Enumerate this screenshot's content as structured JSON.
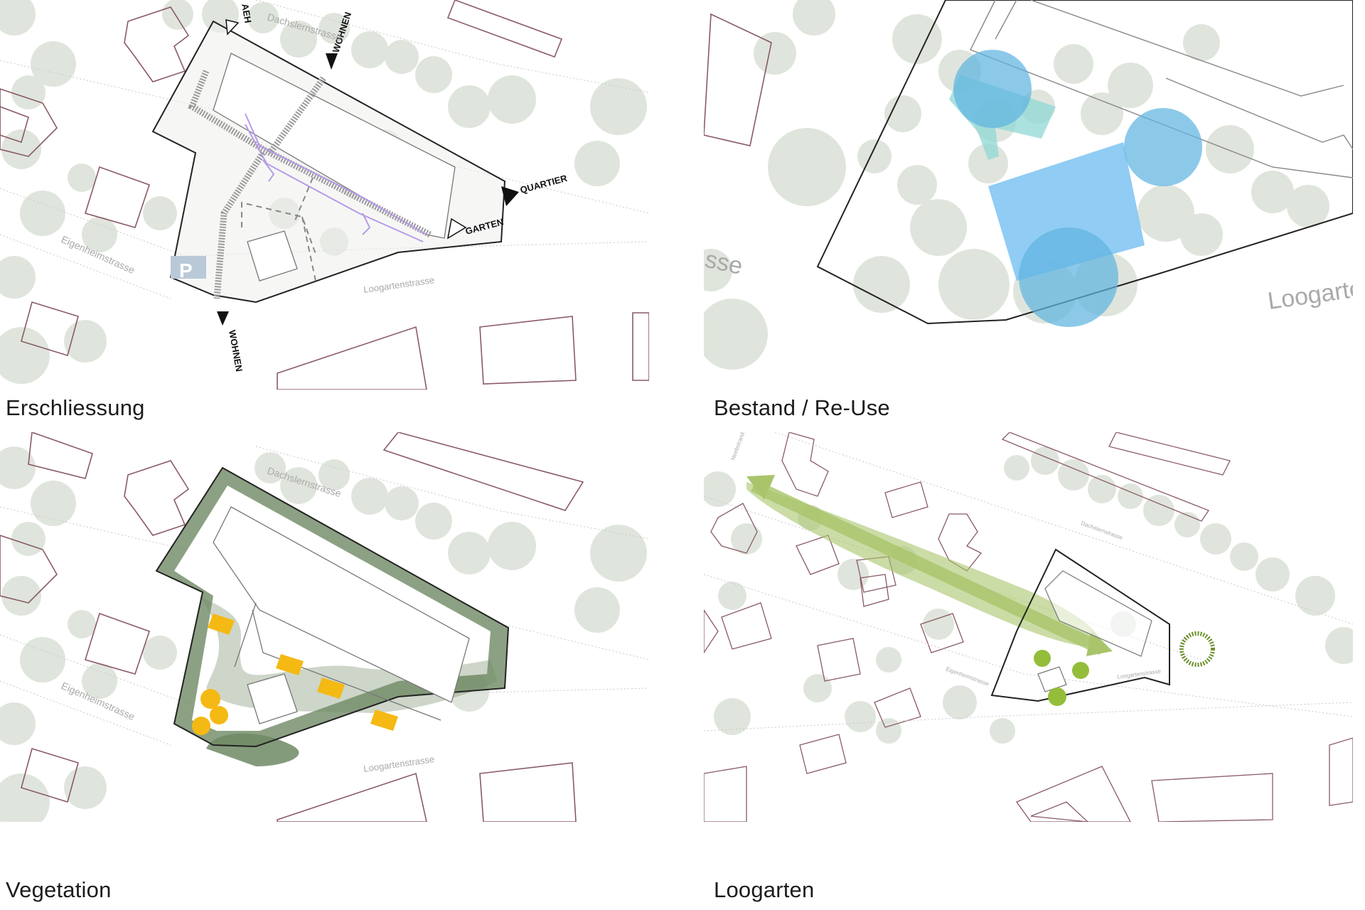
{
  "panels": [
    {
      "caption": "Erschliessung"
    },
    {
      "caption": "Bestand / Re-Use"
    },
    {
      "caption": "Vegetation"
    },
    {
      "caption": "Loogarten"
    }
  ],
  "streets": {
    "dachslern": "Dachslernstrasse",
    "eigenheim": "Eigenheimstrasse",
    "loogarten": "Loogartenstrasse",
    "loogarten_partial": "Loogarte",
    "sse_fragment": "sse",
    "neeb": "Neebstrand"
  },
  "access_labels": {
    "top_left": "AEH",
    "top": "WOHNEN",
    "right": "QUARTIER",
    "garden": "GARTEN",
    "bottom": "WOHNEN",
    "parking": "P"
  },
  "colors": {
    "tree": "#dfe5dc",
    "building_outline": "#8a5a66",
    "perimeter": "#222222",
    "access_path": "#9a9a9a",
    "access_purple": "#b79ae8",
    "reuse_blue": "#5fb4e0",
    "reuse_teal": "#8fd8d6",
    "reuse_square": "#7cc3f2",
    "vegetation_dark": "#6f8a64",
    "vegetation_yellow": "#f5b914",
    "loogarten_green": "#a9c46a",
    "loogarten_tree": "#93bd3a"
  }
}
